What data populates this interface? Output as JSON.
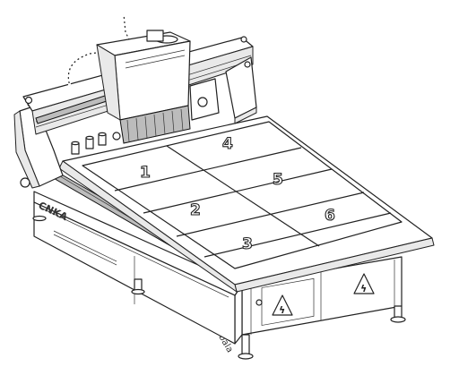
{
  "machine": {
    "brand_label": "CNKA",
    "maker_label": "bala"
  },
  "table_zones": [
    "1",
    "2",
    "3",
    "4",
    "5",
    "6"
  ],
  "warning_icon": "high-voltage-warning-icon"
}
